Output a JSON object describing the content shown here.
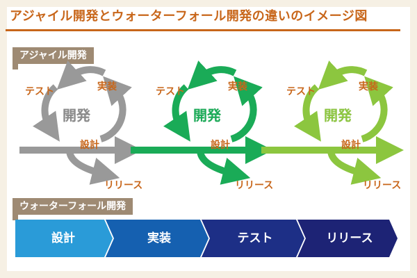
{
  "title": "アジャイル開発とウォーターフォール開発の違いのイメージ図",
  "agile": {
    "tag": "アジャイル開発",
    "cycles": [
      {
        "center": "開発",
        "test": "テスト",
        "impl": "実装",
        "design": "設計",
        "release": "リリース",
        "color": "#999999",
        "label_color": "#8a8a8a"
      },
      {
        "center": "開発",
        "test": "テスト",
        "impl": "実装",
        "design": "設計",
        "release": "リリース",
        "color": "#1aab57",
        "label_color": "#1aab57"
      },
      {
        "center": "開発",
        "test": "テスト",
        "impl": "実装",
        "design": "設計",
        "release": "リリース",
        "color": "#8cc63f",
        "label_color": "#8cc63f"
      }
    ]
  },
  "waterfall": {
    "tag": "ウォーターフォール開発",
    "steps": [
      {
        "label": "設計",
        "color": "#2a9bd8"
      },
      {
        "label": "実装",
        "color": "#1560b0"
      },
      {
        "label": "テスト",
        "color": "#1d2f86"
      },
      {
        "label": "リリース",
        "color": "#1d2375"
      }
    ]
  },
  "colors": {
    "accent": "#c8661a",
    "tag_bg": "#9e8a73",
    "bg": "#f6f0e4"
  }
}
